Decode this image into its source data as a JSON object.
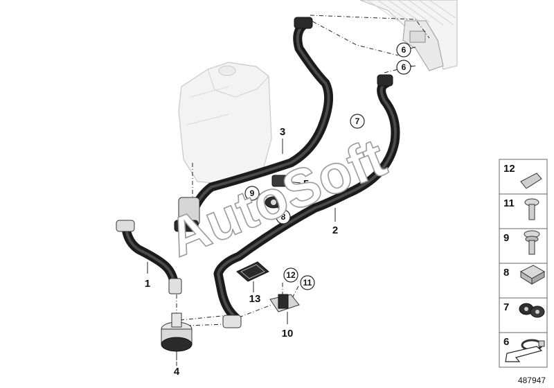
{
  "diagram": {
    "id": "487947",
    "watermark": "AutoSoft",
    "callouts": {
      "p1": "1",
      "p2": "2",
      "p3": "3",
      "p4": "4",
      "p5": "5",
      "p10": "10",
      "p13": "13"
    },
    "circled": {
      "c6a": "6",
      "c6b": "6",
      "c7": "7",
      "c8": "8",
      "c9": "9",
      "c11": "11",
      "c12": "12"
    },
    "parts_panel": [
      "12",
      "11",
      "9",
      "8",
      "7",
      "6"
    ]
  }
}
